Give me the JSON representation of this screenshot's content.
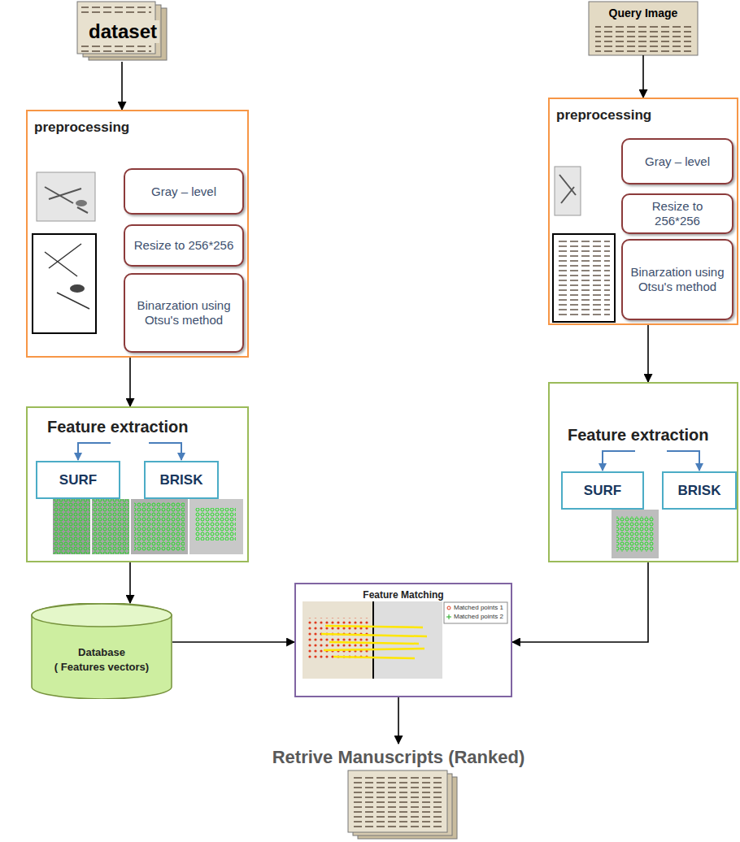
{
  "diagram": {
    "nodes": [
      {
        "text": [
          "dataset"
        ]
      },
      {
        "text": [
          "Query Image"
        ]
      },
      {
        "text": [
          "preprocessing"
        ]
      },
      {
        "text": [
          "Gray – level"
        ],
        "in": 2
      },
      {
        "text": [
          "Resize to 256*256"
        ],
        "in": 2
      },
      {
        "text": [
          "Binarzation using Otsu's method"
        ],
        "in": 2
      },
      {
        "text": [
          "preprocessing"
        ]
      },
      {
        "text": [
          "Gray – level"
        ],
        "in": 6
      },
      {
        "text": [
          "Resize to 256*256"
        ],
        "in": 6
      },
      {
        "text": [
          "Binarzation using Otsu's method"
        ],
        "in": 6
      },
      {
        "text": [
          "Feature extraction"
        ]
      },
      {
        "text": [
          "SURF"
        ],
        "in": 10
      },
      {
        "text": [
          "BRISK"
        ],
        "in": 10
      },
      {
        "text": [
          "Feature extraction"
        ]
      },
      {
        "text": [
          "SURF"
        ],
        "in": 13
      },
      {
        "text": [
          "BRISK"
        ],
        "in": 13
      },
      {
        "text": [
          "Database",
          "( Features vectors)"
        ]
      },
      {
        "text": [
          "Feature Matching"
        ]
      },
      {
        "text": [
          "Retrive Manuscripts (Ranked)"
        ]
      }
    ],
    "edges": [
      {
        "from": 0,
        "to": 2,
        "arrow": "to"
      },
      {
        "from": 1,
        "to": 6,
        "arrow": "to"
      },
      {
        "from": 2,
        "to": 10,
        "arrow": "to"
      },
      {
        "from": 6,
        "to": 13,
        "arrow": "to"
      },
      {
        "from": 10,
        "to": 11,
        "arrow": "to"
      },
      {
        "from": 10,
        "to": 12,
        "arrow": "to"
      },
      {
        "from": 13,
        "to": 14,
        "arrow": "to"
      },
      {
        "from": 13,
        "to": 15,
        "arrow": "to"
      },
      {
        "from": 10,
        "to": 16,
        "arrow": "to"
      },
      {
        "from": 16,
        "to": 17,
        "arrow": "to"
      },
      {
        "from": 13,
        "to": 17,
        "arrow": "to"
      },
      {
        "from": 17,
        "to": 18,
        "arrow": "to"
      }
    ],
    "labels": [
      "Matched points 1",
      "Matched points 2"
    ]
  }
}
